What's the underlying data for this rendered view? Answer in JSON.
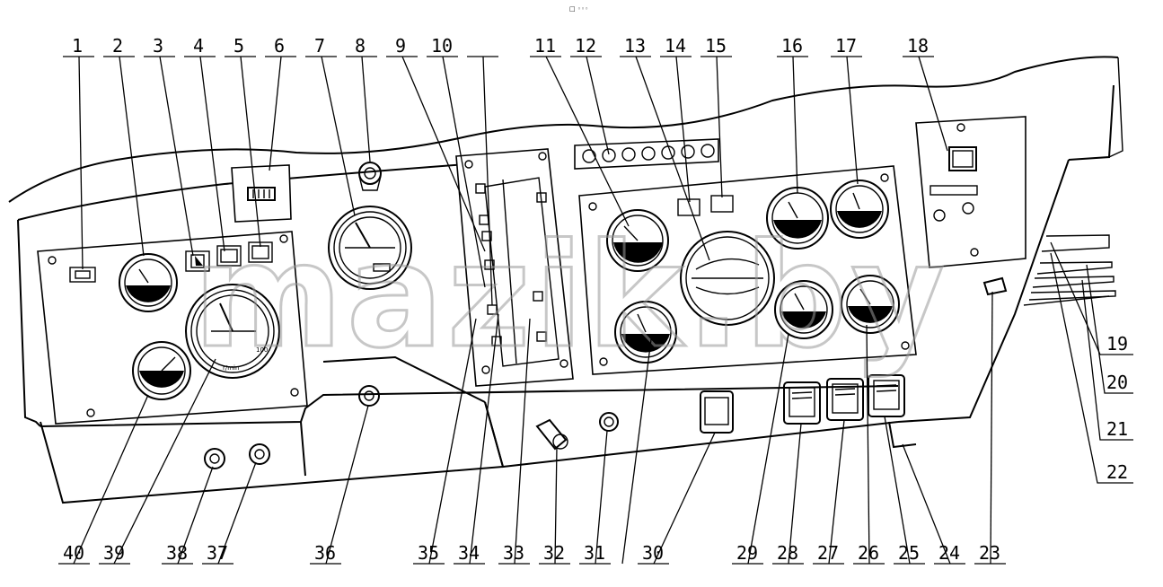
{
  "header": {
    "caption": "□ ◦◦◦"
  },
  "watermark": "mazik.by",
  "callouts": {
    "top": [
      "1",
      "2",
      "3",
      "4",
      "5",
      "6",
      "7",
      "8",
      "9",
      "10",
      "11",
      "12",
      "13",
      "14",
      "15",
      "16",
      "17",
      "18"
    ],
    "right": [
      "19",
      "20",
      "21",
      "22"
    ],
    "bottom": [
      "40",
      "39",
      "38",
      "37",
      "36",
      "35",
      "34",
      "33",
      "32",
      "31",
      "30",
      "29",
      "28",
      "27",
      "26",
      "25",
      "24",
      "23"
    ]
  },
  "gauge_marks": {
    "speed_unit": "r/min",
    "speed_max": "100"
  },
  "colors": {
    "line": "#000000",
    "watermark": "#9a9a9a",
    "background": "#ffffff"
  }
}
